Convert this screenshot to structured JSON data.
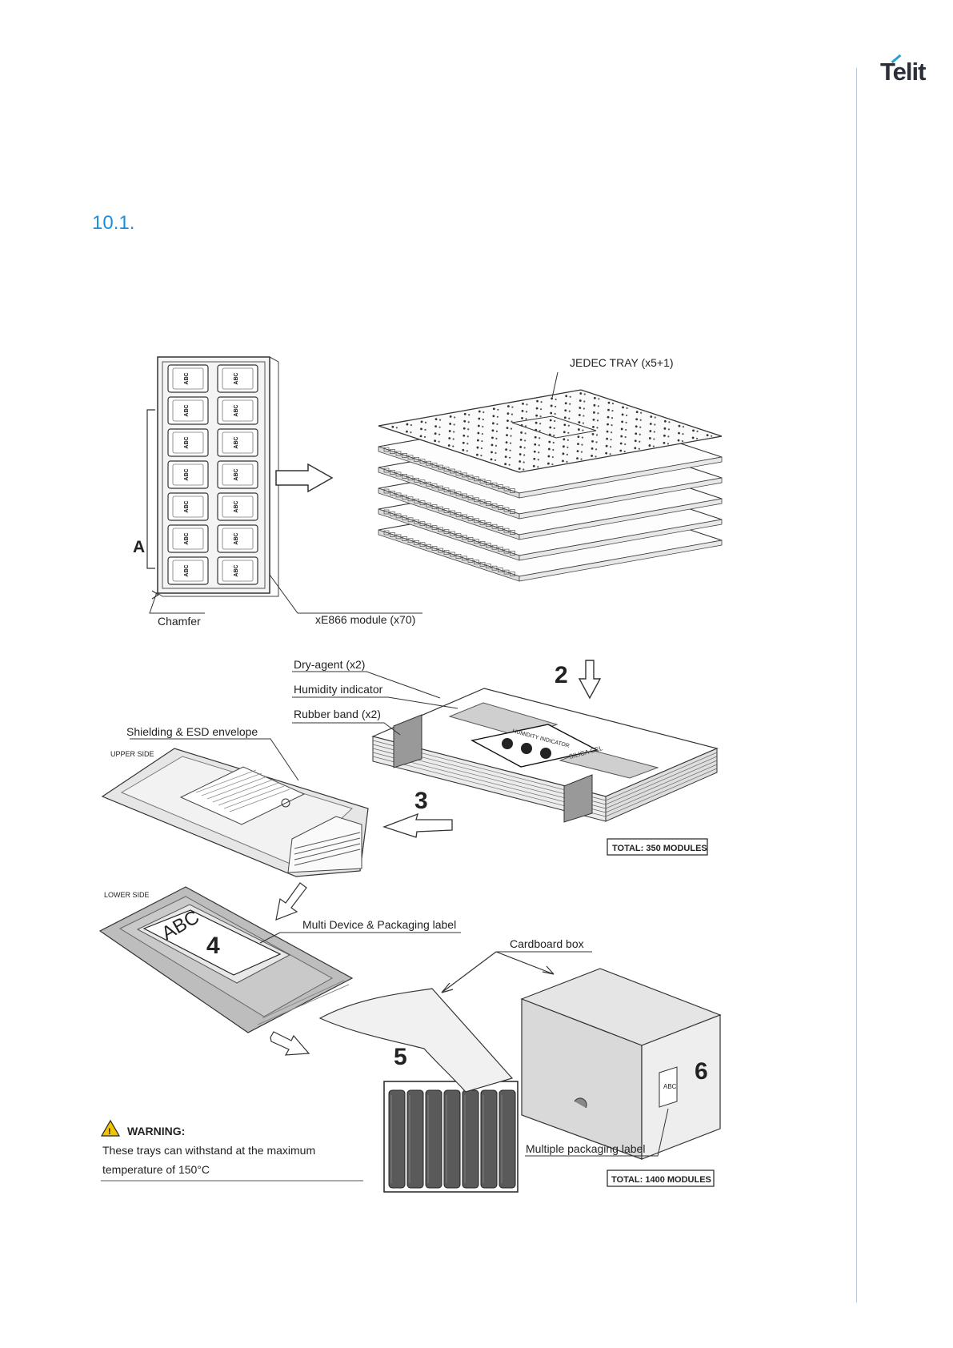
{
  "header": {
    "logo_text": "Telit",
    "brand_color": "#1b8fdc"
  },
  "section": {
    "number": "10.1."
  },
  "figure": {
    "tray_block_label": "A",
    "tray_cell_text": "ABC",
    "labels": {
      "jedec_tray": "JEDEC TRAY (x5+1)",
      "chamfer": "Chamfer",
      "module": "xE866 module (x70)",
      "dry_agent": "Dry-agent (x2)",
      "humidity_indicator": "Humidity indicator",
      "rubber_band": "Rubber band (x2)",
      "shielding": "Shielding & ESD envelope",
      "upper_side": "UPPER SIDE",
      "lower_side": "LOWER SIDE",
      "multi_device_label": "Multi Device & Packaging label",
      "cardboard_box": "Cardboard box",
      "multiple_packaging_label": "Multiple packaging label",
      "bag_label_text": "ABC",
      "box_label_text": "ABC",
      "humidity_card_text": "HUMIDITY INDICATOR",
      "silica_gel": "SILICA GEL"
    },
    "steps": {
      "s2": "2",
      "s3": "3",
      "s4": "4",
      "s5": "5",
      "s6": "6"
    },
    "totals": {
      "t350": "TOTAL: 350 MODULES",
      "t1400": "TOTAL: 1400 MODULES"
    },
    "warning": {
      "title": "WARNING:",
      "line1": "These trays can withstand at the maximum",
      "line2": "temperature of 150°C"
    }
  }
}
